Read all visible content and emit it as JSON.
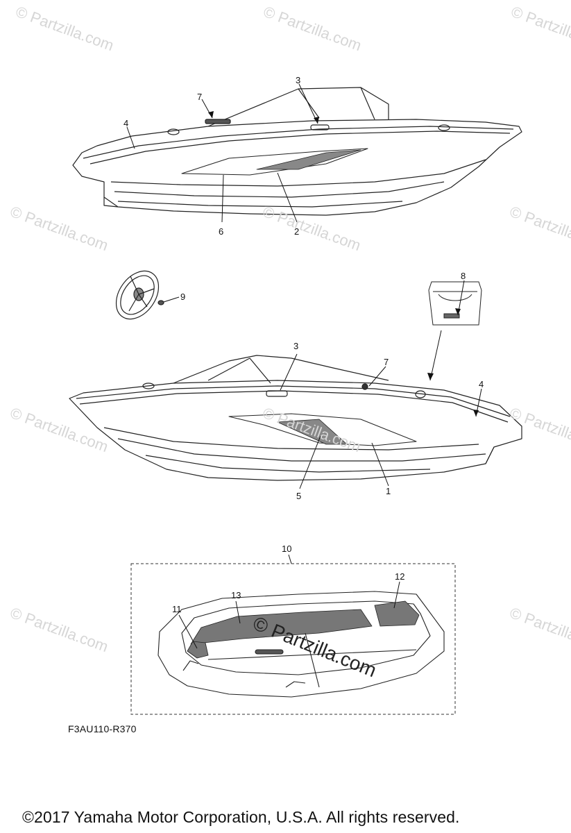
{
  "watermark": "© Partzilla.com",
  "diagram_code": "F3AU110-R370",
  "copyright": "©2017  Yamaha Motor Corporation, U.S.A. All rights reserved.",
  "callouts": {
    "top_view": [
      "7",
      "3",
      "4",
      "6",
      "2"
    ],
    "wheel": [
      "9"
    ],
    "inset": [
      "8"
    ],
    "bottom_view": [
      "3",
      "7",
      "4",
      "5",
      "1"
    ],
    "mat_kit": [
      "10",
      "13",
      "12",
      "11"
    ]
  }
}
